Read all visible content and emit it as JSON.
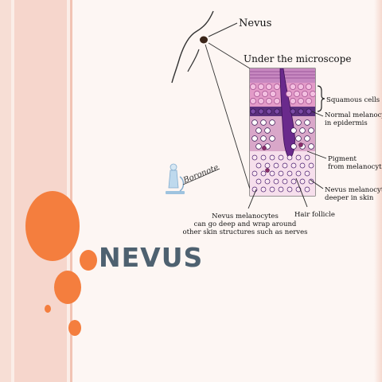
{
  "slide": {
    "title": "NEVUS"
  },
  "diagram": {
    "nevus_label": "Nevus",
    "microscope_label": "Under the microscope",
    "squamous_label": "Squamous cells",
    "normal_melanocyte_line1": "Normal melanocyte",
    "normal_melanocyte_line2": "in epidermis",
    "pigment_line1": "Pigment",
    "pigment_line2": "from melanocytes",
    "nevus_deep_line1": "Nevus melanocytes",
    "nevus_deep_line2": "deeper in skin",
    "hair_follicle_label": "Hair follicle",
    "wrap_line1": "Nevus melanocytes",
    "wrap_line2": "can go deep and wrap around",
    "wrap_line3": "other skin structures such as nerves",
    "watermark_text": "Boronote"
  },
  "colors": {
    "accent": "#f47e3e",
    "title": "#4e6170",
    "stain_pink": "#e6a3c8",
    "stain_purple": "#4b1f6f",
    "hair_purple": "#6a2a8c"
  },
  "icons": [
    "microscope-logo-icon"
  ]
}
